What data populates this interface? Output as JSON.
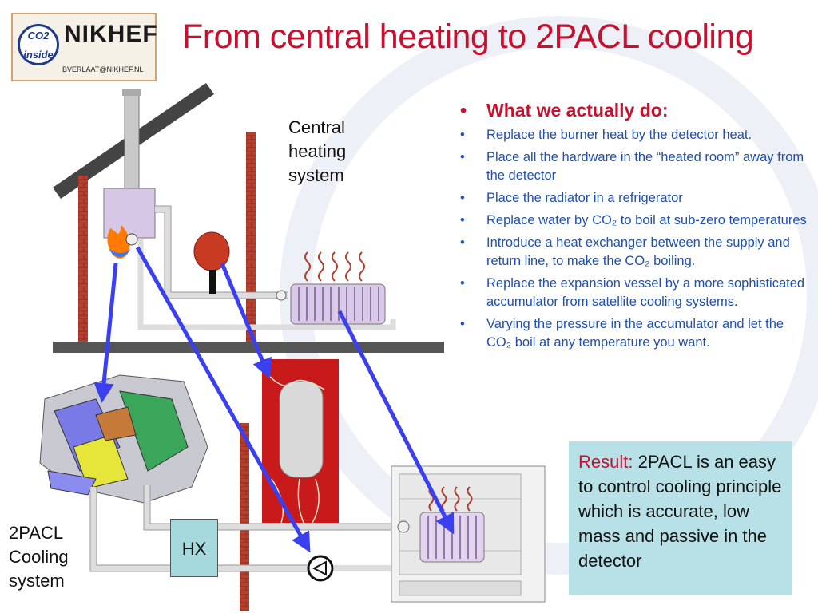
{
  "title": "From central heating to 2PACL cooling",
  "logo": {
    "badge_line1": "CO2",
    "badge_line2": "inside",
    "brand": "NIKHEF",
    "email": "BVERLAAT@NIKHEF.NL"
  },
  "labels": {
    "central_heating": [
      "Central",
      "heating",
      "system"
    ],
    "pacl_cooling": [
      "2PACL",
      "Cooling",
      "system"
    ],
    "hx": "HX"
  },
  "bullets": {
    "head": "What we actually do:",
    "items": [
      "Replace the burner heat by the detector heat.",
      "Place all the hardware in the “heated room” away from the detector",
      "Place the radiator in a refrigerator",
      "Replace water by CO₂ to boil at sub-zero temperatures",
      "Introduce a heat exchanger between the supply and return line, to make the CO₂ boiling.",
      "Replace the expansion vessel by a more sophisticated accumulator from satellite cooling  systems.",
      "Varying the pressure in the accumulator  and let the CO₂ boil at any temperature you want."
    ]
  },
  "result": {
    "prefix": "Result:",
    "text": "2PACL is an easy to control cooling principle which is accurate, low mass and passive in the detector"
  },
  "colors": {
    "title": "#c8102e",
    "bullet_text": "#1f4faf",
    "arrow": "#3a3ff0",
    "result_bg": "#b7e1e6",
    "brick": "#b03a2e"
  }
}
